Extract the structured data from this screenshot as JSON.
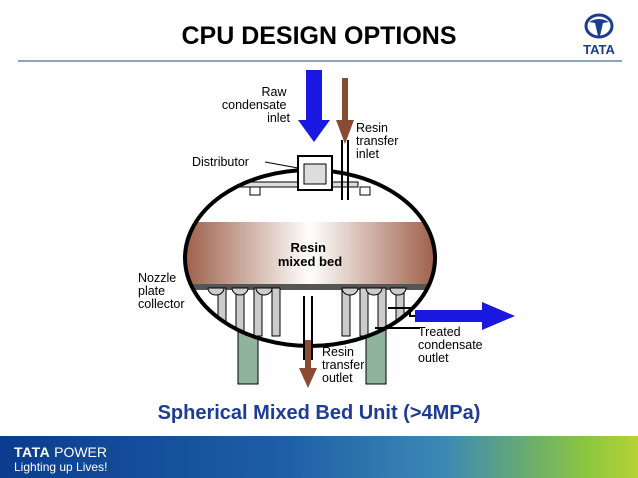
{
  "slide": {
    "title": "CPU DESIGN OPTIONS",
    "caption": "Spherical Mixed Bed Unit (>4MPa)"
  },
  "logo": {
    "text": "TATA",
    "icon": "tata-logo-icon"
  },
  "diagram": {
    "labels": {
      "raw_inlet": [
        "Raw",
        "condensate",
        "inlet"
      ],
      "resin_inlet": [
        "Resin",
        "transfer",
        "inlet"
      ],
      "distributor": [
        "Distributor"
      ],
      "resin_bed": [
        "Resin",
        "mixed bed"
      ],
      "nozzle": [
        "Nozzle",
        "plate",
        "collector"
      ],
      "treated_outlet": [
        "Treated",
        "condensate",
        "outlet"
      ],
      "resin_outlet": [
        "Resin",
        "transfer",
        "outlet"
      ]
    },
    "colors": {
      "flow_arrow": "#1818e0",
      "resin_arrow": "#8b4a32",
      "resin_bed_dark": "#9a5a42",
      "support_leg": "#8fb39c",
      "vessel_outline": "#000000"
    }
  },
  "footer": {
    "brand_prefix": "TATA",
    "brand_suffix": "POWER",
    "tagline": "Lighting up Lives!"
  }
}
